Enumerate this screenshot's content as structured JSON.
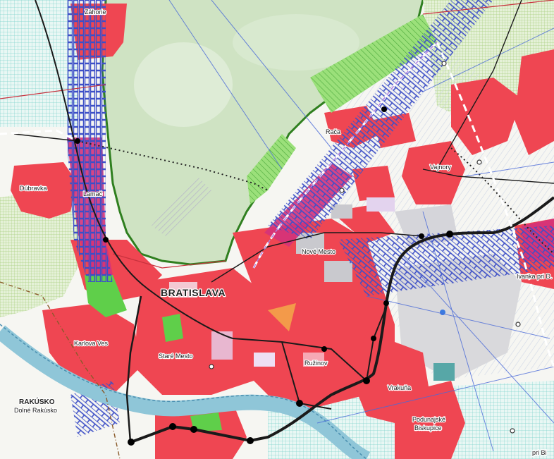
{
  "map": {
    "labels": {
      "bratislava": "BRATISLAVA",
      "nove_mesto": "Nové Mesto",
      "stare_mesto": "Staré Mesto",
      "ruzinov": "Ružinov",
      "vrakuna": "Vrakuňa",
      "karlova_ves": "Karlova Ves",
      "dubravka": "Dúbravka",
      "lamac": "Lamač",
      "raca": "Rača",
      "vajnory": "Vajnory",
      "ivanka": "Ivanka pri D.",
      "podunajske": "Podunajské",
      "biskupice": "Biskupice",
      "rakusko": "RAKÚSKO",
      "dolne_rakusko": "Dolné Rakúsko",
      "top_label": "Záhorie",
      "corner": "pri Bi"
    },
    "colors": {
      "urban": "#ef4652",
      "forest": "#cfe4c4",
      "green": "#6bd24a",
      "magenta": "#d4327a",
      "corridor": "#4050c8",
      "water": "#8fc6d8",
      "rail": "#1a1a1a",
      "boundary": "#2f7f1f"
    }
  }
}
